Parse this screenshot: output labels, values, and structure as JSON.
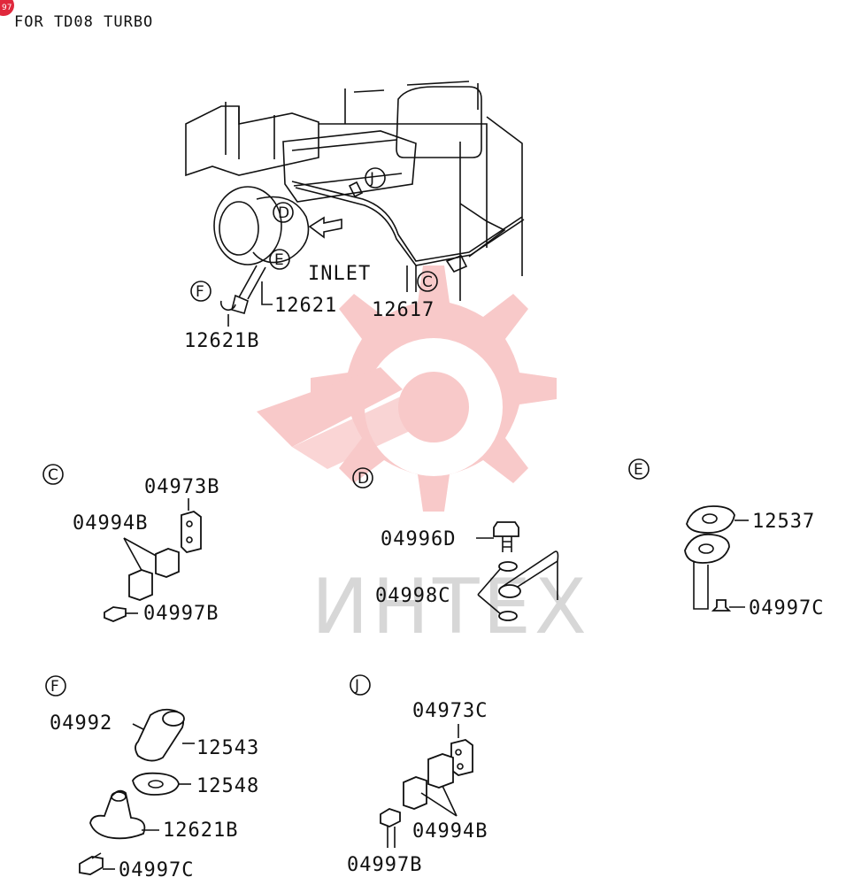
{
  "header": {
    "title": "FOR TD08 TURBO",
    "badge": "97"
  },
  "watermark": {
    "text": "ИНТЕХ",
    "color": "#f8c4c4"
  },
  "main_view": {
    "callouts": {
      "c": "C",
      "d": "D",
      "e": "E",
      "f": "F",
      "j": "J"
    },
    "inlet_label": "INLET",
    "parts": {
      "p12621": "12621",
      "p12617": "12617",
      "p12621b": "12621B"
    }
  },
  "detail_c": {
    "marker": "C",
    "parts": {
      "a": "04973B",
      "b": "04994B",
      "c": "04997B"
    }
  },
  "detail_d": {
    "marker": "D",
    "parts": {
      "a": "04996D",
      "b": "04998C"
    }
  },
  "detail_e": {
    "marker": "E",
    "parts": {
      "a": "12537",
      "b": "04997C"
    }
  },
  "detail_f": {
    "marker": "F",
    "parts": {
      "a": "04992",
      "b": "12543",
      "c": "12548",
      "d": "12621B",
      "e": "04997C"
    }
  },
  "detail_j": {
    "marker": "J",
    "parts": {
      "a": "04973C",
      "b": "04994B",
      "c": "04997B"
    }
  }
}
